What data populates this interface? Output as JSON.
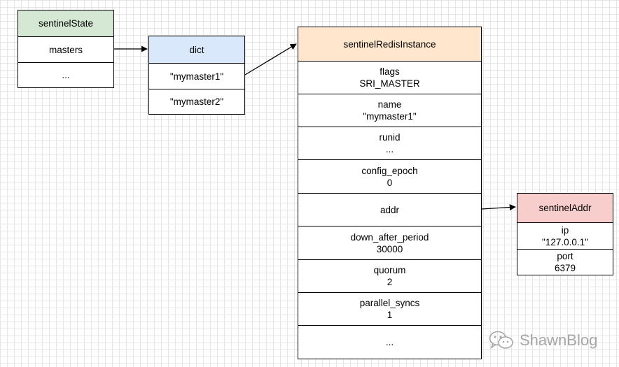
{
  "sentinelState": {
    "title": "sentinelState",
    "rows": [
      "masters",
      "..."
    ]
  },
  "dict": {
    "title": "dict",
    "rows": [
      "\"mymaster1\"",
      "\"mymaster2\""
    ]
  },
  "sentinelRedisInstance": {
    "title": "sentinelRedisInstance",
    "fields": [
      {
        "name": "flags",
        "value": "SRI_MASTER"
      },
      {
        "name": "name",
        "value": "\"mymaster1\""
      },
      {
        "name": "runid",
        "value": "..."
      },
      {
        "name": "config_epoch",
        "value": "0"
      },
      {
        "name": "addr",
        "value": ""
      },
      {
        "name": "down_after_period",
        "value": "30000"
      },
      {
        "name": "quorum",
        "value": "2"
      },
      {
        "name": "parallel_syncs",
        "value": "1"
      },
      {
        "name": "...",
        "value": ""
      }
    ]
  },
  "sentinelAddr": {
    "title": "sentinelAddr",
    "fields": [
      {
        "name": "ip",
        "value": "\"127.0.0.1\""
      },
      {
        "name": "port",
        "value": "6379"
      }
    ]
  },
  "colors": {
    "green_header": "#d5e8d4",
    "blue_header": "#dae8fc",
    "orange_header": "#ffe6cc",
    "red_header": "#f8cecc"
  },
  "watermark": {
    "icon": "wechat-icon",
    "text": "ShawnBlog"
  }
}
